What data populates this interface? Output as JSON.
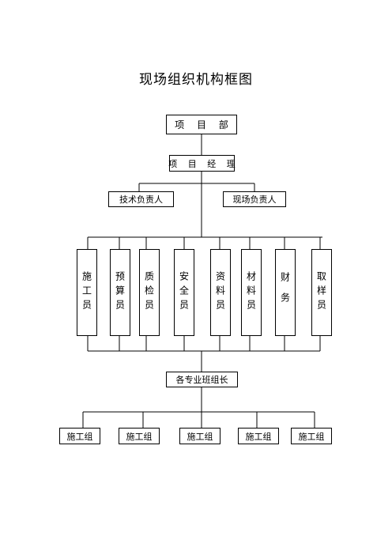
{
  "title": "现场组织机构框图",
  "top": "项 目 部",
  "manager": "项 目 经 理",
  "leads": [
    "技术负责人",
    "现场负责人"
  ],
  "staff": [
    "施工员",
    "预算员",
    "质检员",
    "安全员",
    "资料员",
    "材料员",
    "财务",
    "取样员"
  ],
  "foremen": "各专业班组长",
  "groups": [
    "施工组",
    "施工组",
    "施工组",
    "施工组",
    "施工组"
  ]
}
